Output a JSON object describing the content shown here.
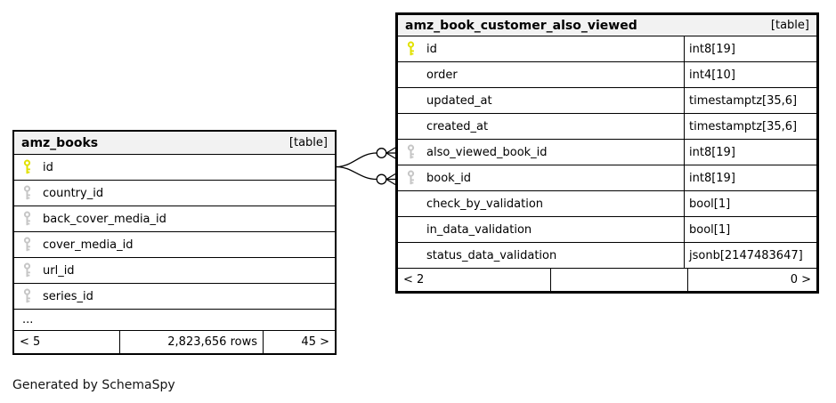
{
  "page": {
    "generated_by": "Generated by SchemaSpy"
  },
  "colors": {
    "primary_key": "#e1e100",
    "foreign_key": "#c6c6c6",
    "header_bg": "#f2f2f2",
    "border": "#000000"
  },
  "tables": {
    "left": {
      "title": "amz_books",
      "badge": "[table]",
      "columns": [
        {
          "name": "id",
          "key": "primary"
        },
        {
          "name": "country_id",
          "key": "fk"
        },
        {
          "name": "back_cover_media_id",
          "key": "fk"
        },
        {
          "name": "cover_media_id",
          "key": "fk"
        },
        {
          "name": "url_id",
          "key": "fk"
        },
        {
          "name": "series_id",
          "key": "fk"
        }
      ],
      "truncated": "...",
      "footer": {
        "prev": "< 5",
        "count": "2,823,656 rows",
        "next": "45 >"
      }
    },
    "right": {
      "title": "amz_book_customer_also_viewed",
      "badge": "[table]",
      "columns": [
        {
          "name": "id",
          "type": "int8[19]",
          "key": "primary"
        },
        {
          "name": "order",
          "type": "int4[10]",
          "key": "none"
        },
        {
          "name": "updated_at",
          "type": "timestamptz[35,6]",
          "key": "none"
        },
        {
          "name": "created_at",
          "type": "timestamptz[35,6]",
          "key": "none"
        },
        {
          "name": "also_viewed_book_id",
          "type": "int8[19]",
          "key": "fk"
        },
        {
          "name": "book_id",
          "type": "int8[19]",
          "key": "fk"
        },
        {
          "name": "check_by_validation",
          "type": "bool[1]",
          "key": "none"
        },
        {
          "name": "in_data_validation",
          "type": "bool[1]",
          "key": "none"
        },
        {
          "name": "status_data_validation",
          "type": "jsonb[2147483647]",
          "key": "none"
        }
      ],
      "footer": {
        "prev": "< 2",
        "count": "",
        "next": "0 >"
      }
    }
  },
  "relationships": [
    {
      "from_table": "amz_books",
      "from_column": "id",
      "to_table": "amz_book_customer_also_viewed",
      "to_column": "also_viewed_book_id",
      "cardinality": "zero-or-many"
    },
    {
      "from_table": "amz_books",
      "from_column": "id",
      "to_table": "amz_book_customer_also_viewed",
      "to_column": "book_id",
      "cardinality": "zero-or-many"
    }
  ]
}
